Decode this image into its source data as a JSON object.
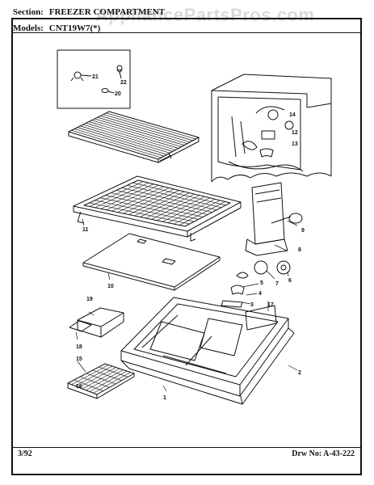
{
  "header": {
    "section_label": "Section:",
    "section_value": "FREEZER COMPARTMENT",
    "models_label": "Models:",
    "models_value": "CNT19W7(*)"
  },
  "watermark": "AppliancePartsPros.com",
  "footer": {
    "date": "3/92",
    "drawing_number": "Drw No: A-43-222"
  },
  "part_numbers": [
    "21",
    "22",
    "20",
    "14",
    "12",
    "13",
    "11",
    "9",
    "8",
    "10",
    "5",
    "4",
    "7",
    "6",
    "3",
    "17",
    "19",
    "18",
    "15",
    "2",
    "1",
    "16"
  ]
}
